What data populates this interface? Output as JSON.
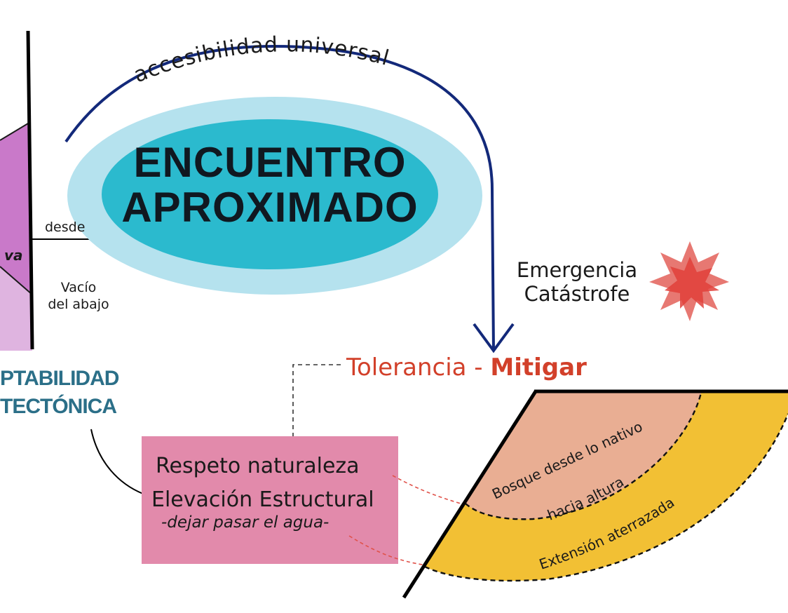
{
  "colors": {
    "outer_ellipse": "#b5e2ee",
    "inner_ellipse": "#2bbace",
    "arc": "#13297a",
    "purple_dark": "#c979c9",
    "purple_light": "#dfb4e0",
    "pink_box": "#e28aab",
    "orange": "#e06a50",
    "forest_band": "#e9ae93",
    "terrace_band": "#f2c034",
    "teal_text": "#2b6f88",
    "red_text": "#d2402a"
  },
  "icons": {
    "star": "starburst-icon"
  },
  "labels": {
    "arc_text": "accesibilidad universal",
    "encuentro_line1": "ENCUENTRO",
    "encuentro_line2": "APROXIMADO",
    "desde": "desde",
    "purple_fragment": "va",
    "vacio_line1": "Vacío",
    "vacio_line2": "del abajo",
    "emergencia": "Emergencia",
    "catastrofe": "Catástrofe",
    "tolerancia": "Tolerancia - ",
    "mitigar": "Mitigar",
    "adaptabilidad": "PTABILIDAD",
    "tectonica": "TECTÓNICA",
    "respeto": "Respeto naturaleza",
    "elevacion": "Elevación Estructural",
    "dejar": "-dejar pasar el agua-",
    "bosque_line1": "Bosque desde lo nativo",
    "bosque_line2": "hacia altura",
    "extension": "Extensión aterrazada"
  }
}
